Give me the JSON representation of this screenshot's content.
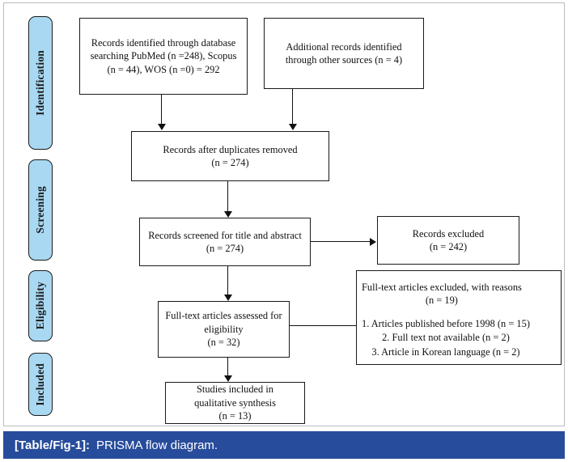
{
  "figure": {
    "caption_tag": "[Table/Fig-1]:",
    "caption_text": "PRISMA flow diagram.",
    "caption_bar_color": "#274c9b",
    "stage_fill_color": "#a9d8f2",
    "frame_border_color": "#b9bcc0"
  },
  "stages": [
    {
      "label": "Identification"
    },
    {
      "label": "Screening"
    },
    {
      "label": "Eligibility"
    },
    {
      "label": "Included"
    }
  ],
  "boxes": {
    "identified_database": {
      "text": "Records identified through database\nsearching PubMed (n =248), Scopus\n(n = 44), WOS (n =0) = 292"
    },
    "identified_other": {
      "text": "Additional records identified\nthrough other sources (n = 4)"
    },
    "duplicates_removed": {
      "text": "Records after duplicates removed\n(n = 274)"
    },
    "records_screened": {
      "text": "Records screened for title and abstract\n(n = 274)"
    },
    "records_excluded": {
      "text": "Records excluded\n(n = 242)"
    },
    "fulltext_assessed": {
      "text": "Full-text articles assessed for\neligibility\n(n = 32)"
    },
    "fulltext_excluded": {
      "heading": "Full-text articles excluded, with reasons\n(n = 19)",
      "reasons": "1. Articles published before 1998 (n = 15)\n2. Full text not available (n = 2)\n3. Article in Korean language (n = 2)"
    },
    "studies_included": {
      "text": "Studies included in\nqualitative synthesis\n(n = 13)"
    }
  },
  "chart_data": {
    "type": "diagram",
    "title": "PRISMA flow diagram",
    "nodes": [
      {
        "id": "identified_database",
        "stage": "Identification",
        "label": "Records identified through database searching PubMed (n =248), Scopus (n = 44), WOS (n =0) = 292",
        "n": 292
      },
      {
        "id": "identified_other",
        "stage": "Identification",
        "label": "Additional records identified through other sources (n = 4)",
        "n": 4
      },
      {
        "id": "duplicates_removed",
        "stage": "Screening",
        "label": "Records after duplicates removed (n = 274)",
        "n": 274
      },
      {
        "id": "records_screened",
        "stage": "Screening",
        "label": "Records screened for title and abstract (n = 274)",
        "n": 274
      },
      {
        "id": "records_excluded",
        "stage": "Screening",
        "label": "Records excluded (n = 242)",
        "n": 242
      },
      {
        "id": "fulltext_assessed",
        "stage": "Eligibility",
        "label": "Full-text articles assessed for eligibility (n = 32)",
        "n": 32
      },
      {
        "id": "fulltext_excluded",
        "stage": "Eligibility",
        "label": "Full-text articles excluded, with reasons (n = 19)",
        "n": 19
      },
      {
        "id": "studies_included",
        "stage": "Included",
        "label": "Studies included in qualitative synthesis (n = 13)",
        "n": 13
      }
    ],
    "edges": [
      {
        "from": "identified_database",
        "to": "duplicates_removed"
      },
      {
        "from": "identified_other",
        "to": "duplicates_removed"
      },
      {
        "from": "duplicates_removed",
        "to": "records_screened"
      },
      {
        "from": "records_screened",
        "to": "records_excluded"
      },
      {
        "from": "records_screened",
        "to": "fulltext_assessed"
      },
      {
        "from": "fulltext_assessed",
        "to": "fulltext_excluded"
      },
      {
        "from": "fulltext_assessed",
        "to": "studies_included"
      }
    ],
    "exclusion_reasons": [
      {
        "reason": "Articles published before 1998",
        "n": 15
      },
      {
        "reason": "Full text not available",
        "n": 2
      },
      {
        "reason": "Article in Korean language",
        "n": 2
      }
    ]
  }
}
